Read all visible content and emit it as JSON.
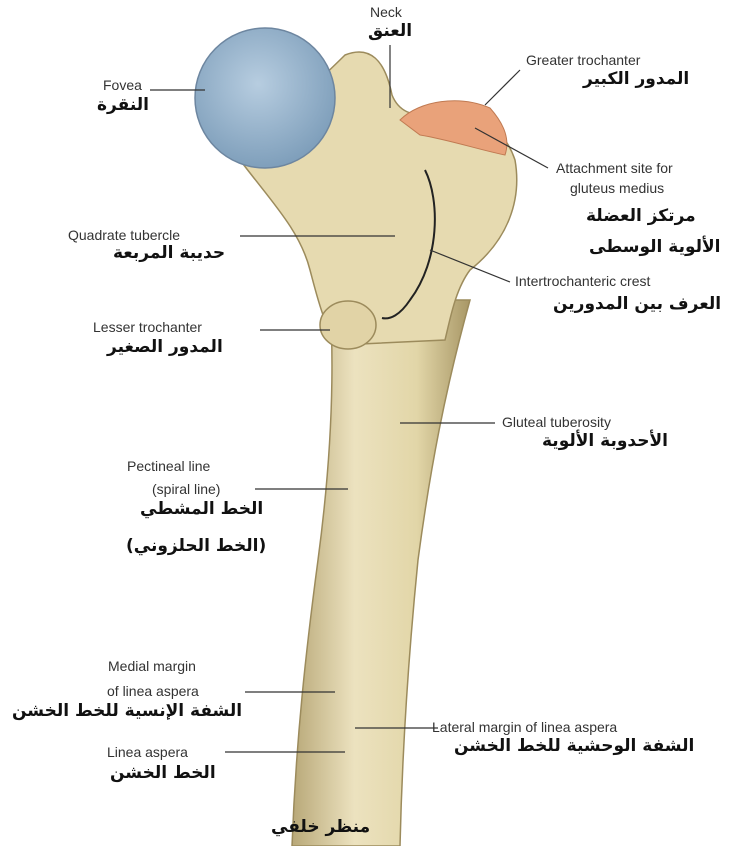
{
  "labels": {
    "neck": {
      "en": "Neck",
      "ar": "العنق"
    },
    "fovea": {
      "en": "Fovea",
      "ar": "النقرة"
    },
    "greater_trochanter": {
      "en": "Greater trochanter",
      "ar": "المدور الكبير"
    },
    "attachment_site": {
      "en1": "Attachment site for",
      "en2": "gluteus medius",
      "ar1": "مرتكز العضلة",
      "ar2": "الألوية الوسطى"
    },
    "quadrate_tubercle": {
      "en": "Quadrate tubercle",
      "ar": "حديبة المربعة"
    },
    "intertrochanteric_crest": {
      "en": "Intertrochanteric crest",
      "ar": "العرف بين المدورين"
    },
    "lesser_trochanter": {
      "en": "Lesser trochanter",
      "ar": "المدور الصغير"
    },
    "gluteal_tuberosity": {
      "en": "Gluteal tuberosity",
      "ar": "الأحدوبة الألوية"
    },
    "pectineal_line": {
      "en1": "Pectineal line",
      "en2": "(spiral line)",
      "ar1": "الخط المشطي",
      "ar2": "(الخط الحلزوني)"
    },
    "medial_margin": {
      "en1": "Medial margin",
      "en2": "of linea aspera",
      "ar": "الشفة الإنسية للخط الخشن"
    },
    "lateral_margin": {
      "en": "Lateral margin of linea aspera",
      "ar": "الشفة الوحشية للخط الخشن"
    },
    "linea_aspera": {
      "en": "Linea aspera",
      "ar": "الخط الخشن"
    },
    "view": {
      "ar": "منظر خلفي"
    }
  },
  "colors": {
    "bone": "#e8ddb5",
    "bone_shade": "#c9b98a",
    "head": "#9cb8cf",
    "trochanter_area": "#e9a27a",
    "leader": "#333333"
  }
}
